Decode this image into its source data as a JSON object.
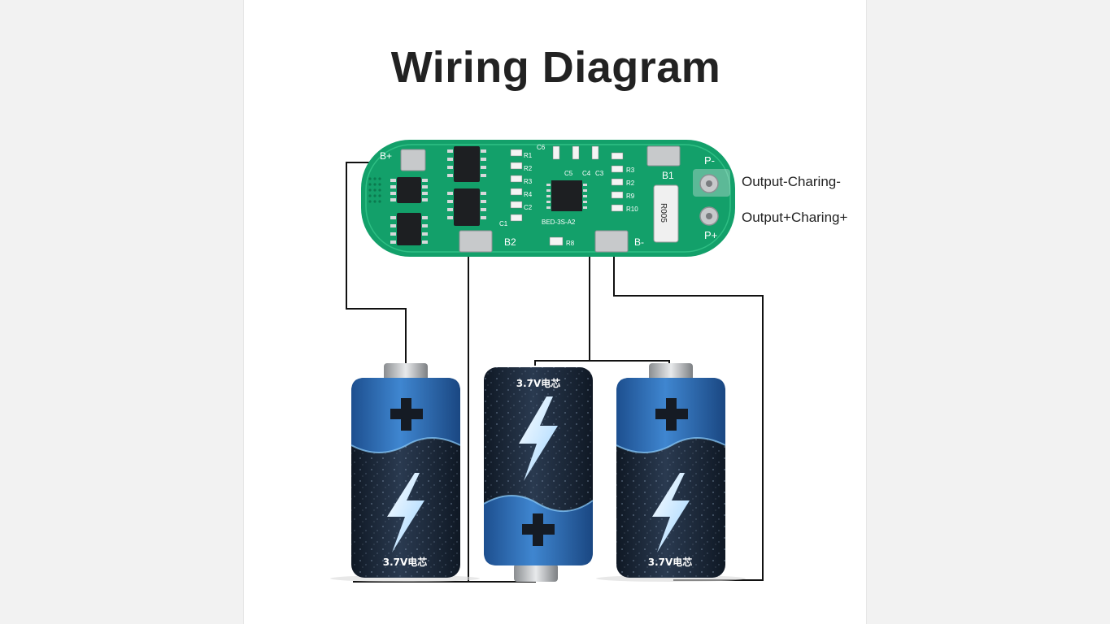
{
  "title": "Wiring Diagram",
  "board": {
    "pads": {
      "b_plus": "B+",
      "b1": "B1",
      "b2": "B2",
      "b_minus": "B-",
      "p_minus": "P-",
      "p_plus": "P+"
    },
    "component_labels": {
      "r005": "R005",
      "model": "BED-3S-A2",
      "c6": "C6",
      "r1": "R1",
      "r2": "R2",
      "r3": "R3",
      "r4": "R4",
      "c2": "C2",
      "c1": "C1",
      "c5": "C5",
      "c4": "C4",
      "c3": "C3",
      "r9": "R9",
      "r10": "R10",
      "r8": "R8"
    },
    "color": "#13a06a"
  },
  "outputs": {
    "minus": "Output-Charing-",
    "plus": "Output+Charing+"
  },
  "batteries": [
    {
      "label": "3.7V电芯",
      "orientation": "positive-up"
    },
    {
      "label": "3.7V电芯",
      "orientation": "positive-down"
    },
    {
      "label": "3.7V电芯",
      "orientation": "positive-up"
    }
  ],
  "icons": [
    "plus-icon",
    "lightning-icon"
  ],
  "colors": {
    "battery_blue": "#2f6fb8",
    "battery_dark": "#1c2a3c",
    "wire": "#111111",
    "pad": "#c7c9cb"
  }
}
